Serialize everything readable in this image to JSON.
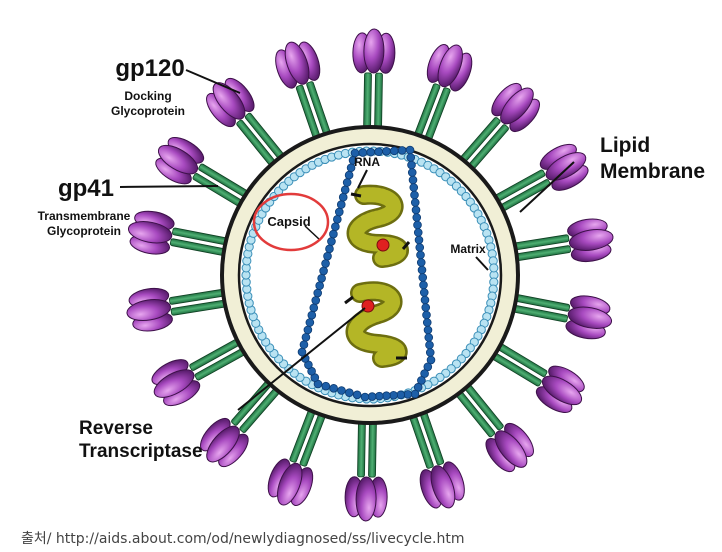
{
  "labels": {
    "gp120_title": "gp120",
    "gp120_line1": "Docking",
    "gp120_line2": "Glycoprotein",
    "gp41_title": "gp41",
    "gp41_line1": "Transmembrane",
    "gp41_line2": "Glycoprotein",
    "lipid_line1": "Lipid",
    "lipid_line2": "Membrane",
    "rna": "RNA",
    "capsid": "Capsid",
    "matrix": "Matrix",
    "rt_line1": "Reverse",
    "rt_line2": "Transcriptase"
  },
  "caption": "출처/ http://aids.about.com/od/newlydiagnosed/ss/livecycle.htm",
  "colors": {
    "envelope_fill": "#f1efd6",
    "envelope_stroke": "#1a1a1a",
    "stalk": "#2e8b57",
    "knob": "#9b3fb0",
    "knob_light": "#d27ae0",
    "matrix_bead": "#b9e3f2",
    "matrix_stroke": "#3b8fb8",
    "capsid_bead": "#1d5fa8",
    "rna": "#a7a81e",
    "rna_dark": "#6d6e10",
    "enzyme": "#e02020",
    "highlight": "#e23b3b"
  }
}
